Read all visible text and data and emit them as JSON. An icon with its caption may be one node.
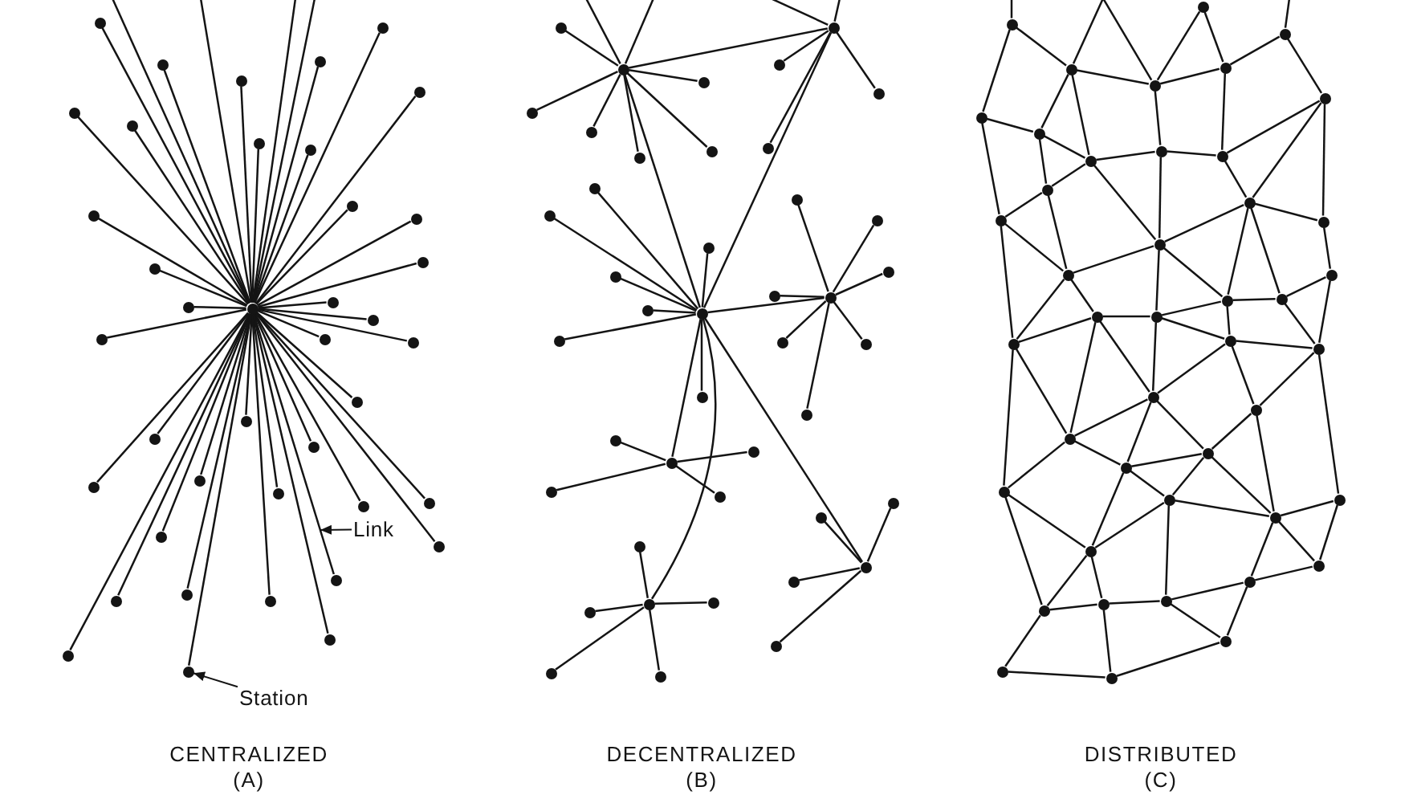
{
  "diagram": {
    "nodes": [
      {
        "text": [],
        "shape": "circle"
      },
      {
        "text": [],
        "shape": "circle"
      },
      {
        "text": [],
        "shape": "circle"
      },
      {
        "text": [],
        "shape": "circle"
      },
      {
        "text": [],
        "shape": "circle"
      },
      {
        "text": [],
        "shape": "circle"
      },
      {
        "text": [],
        "shape": "circle"
      },
      {
        "text": [],
        "shape": "circle"
      },
      {
        "text": [],
        "shape": "circle"
      },
      {
        "text": [],
        "shape": "circle"
      },
      {
        "text": [],
        "shape": "circle"
      },
      {
        "text": [],
        "shape": "circle"
      },
      {
        "text": [],
        "shape": "circle"
      },
      {
        "text": [],
        "shape": "circle"
      },
      {
        "text": [],
        "shape": "circle"
      },
      {
        "text": [],
        "shape": "circle"
      },
      {
        "text": [],
        "shape": "circle"
      },
      {
        "text": [],
        "shape": "circle"
      },
      {
        "text": [],
        "shape": "circle"
      },
      {
        "text": [],
        "shape": "circle"
      },
      {
        "text": [],
        "shape": "circle"
      },
      {
        "text": [],
        "shape": "circle"
      },
      {
        "text": [],
        "shape": "circle"
      },
      {
        "text": [],
        "shape": "circle"
      },
      {
        "text": [],
        "shape": "circle"
      },
      {
        "text": [],
        "shape": "circle"
      },
      {
        "text": [],
        "shape": "circle"
      },
      {
        "text": [],
        "shape": "circle"
      },
      {
        "text": [],
        "shape": "circle"
      },
      {
        "text": [],
        "shape": "circle"
      },
      {
        "text": [],
        "shape": "circle"
      },
      {
        "text": [],
        "shape": "circle"
      },
      {
        "text": [],
        "shape": "circle"
      },
      {
        "text": [],
        "shape": "circle"
      },
      {
        "text": [],
        "shape": "circle"
      },
      {
        "text": [],
        "shape": "circle"
      },
      {
        "text": [],
        "shape": "circle"
      },
      {
        "text": [],
        "shape": "circle"
      },
      {
        "text": [],
        "shape": "circle"
      },
      {
        "text": [],
        "shape": "circle"
      },
      {
        "text": [
          "Link"
        ]
      },
      {
        "text": [
          "Station"
        ]
      },
      {
        "text": [],
        "shape": "circle"
      },
      {
        "text": [],
        "shape": "circle"
      },
      {
        "text": [],
        "shape": "circle"
      },
      {
        "text": [],
        "shape": "circle"
      },
      {
        "text": [],
        "shape": "circle"
      },
      {
        "text": [],
        "shape": "circle"
      },
      {
        "text": [],
        "shape": "circle"
      },
      {
        "text": [],
        "shape": "circle"
      },
      {
        "text": [],
        "shape": "circle"
      },
      {
        "text": [],
        "shape": "circle"
      },
      {
        "text": [],
        "shape": "circle"
      },
      {
        "text": [],
        "shape": "circle"
      },
      {
        "text": [],
        "shape": "circle"
      },
      {
        "text": [],
        "shape": "circle"
      },
      {
        "text": [],
        "shape": "circle"
      },
      {
        "text": [],
        "shape": "circle"
      },
      {
        "text": [],
        "shape": "circle"
      },
      {
        "text": [],
        "shape": "circle"
      },
      {
        "text": [],
        "shape": "circle"
      },
      {
        "text": [],
        "shape": "circle"
      },
      {
        "text": [],
        "shape": "circle"
      },
      {
        "text": [],
        "shape": "circle"
      },
      {
        "text": [],
        "shape": "circle"
      },
      {
        "text": [],
        "shape": "circle"
      },
      {
        "text": [],
        "shape": "circle"
      },
      {
        "text": [],
        "shape": "circle"
      },
      {
        "text": [],
        "shape": "circle"
      },
      {
        "text": [],
        "shape": "circle"
      },
      {
        "text": [],
        "shape": "circle"
      },
      {
        "text": [],
        "shape": "circle"
      },
      {
        "text": [],
        "shape": "circle"
      },
      {
        "text": [],
        "shape": "circle"
      },
      {
        "text": [],
        "shape": "circle"
      },
      {
        "text": [],
        "shape": "circle"
      },
      {
        "text": [],
        "shape": "circle"
      },
      {
        "text": [],
        "shape": "circle"
      },
      {
        "text": [],
        "shape": "circle"
      },
      {
        "text": [],
        "shape": "circle"
      },
      {
        "text": [],
        "shape": "circle"
      },
      {
        "text": [],
        "shape": "circle"
      },
      {
        "text": [],
        "shape": "circle"
      },
      {
        "text": [],
        "shape": "circle"
      },
      {
        "text": [],
        "shape": "circle"
      },
      {
        "text": [],
        "shape": "circle"
      },
      {
        "text": [],
        "shape": "circle"
      },
      {
        "text": [],
        "shape": "circle"
      },
      {
        "text": [],
        "shape": "circle"
      },
      {
        "text": [],
        "shape": "circle"
      },
      {
        "text": [],
        "shape": "circle"
      },
      {
        "text": [],
        "shape": "circle"
      },
      {
        "text": [],
        "shape": "circle"
      },
      {
        "text": [],
        "shape": "circle"
      },
      {
        "text": [],
        "shape": "circle"
      },
      {
        "text": [],
        "shape": "circle"
      },
      {
        "text": [],
        "shape": "circle"
      },
      {
        "text": [],
        "shape": "circle"
      },
      {
        "text": [],
        "shape": "circle"
      },
      {
        "text": [],
        "shape": "circle"
      },
      {
        "text": [],
        "shape": "circle"
      },
      {
        "text": [],
        "shape": "circle"
      },
      {
        "text": [],
        "shape": "circle"
      },
      {
        "text": [],
        "shape": "circle"
      },
      {
        "text": [],
        "shape": "circle"
      },
      {
        "text": [],
        "shape": "circle"
      },
      {
        "text": [],
        "shape": "circle"
      },
      {
        "text": [],
        "shape": "circle"
      },
      {
        "text": [],
        "shape": "circle"
      },
      {
        "text": [],
        "shape": "circle"
      },
      {
        "text": [],
        "shape": "circle"
      },
      {
        "text": [],
        "shape": "circle"
      },
      {
        "text": [],
        "shape": "circle"
      },
      {
        "text": [],
        "shape": "circle"
      },
      {
        "text": [],
        "shape": "circle"
      },
      {
        "text": [],
        "shape": "circle"
      },
      {
        "text": [],
        "shape": "circle"
      },
      {
        "text": [],
        "shape": "circle"
      },
      {
        "text": [],
        "shape": "circle"
      },
      {
        "text": [],
        "shape": "circle"
      },
      {
        "text": [],
        "shape": "circle"
      },
      {
        "text": [],
        "shape": "circle"
      },
      {
        "text": [],
        "shape": "circle"
      },
      {
        "text": [],
        "shape": "circle"
      },
      {
        "text": [],
        "shape": "circle"
      },
      {
        "text": [],
        "shape": "circle"
      },
      {
        "text": [],
        "shape": "circle"
      },
      {
        "text": [],
        "shape": "circle"
      },
      {
        "text": [],
        "shape": "circle"
      }
    ],
    "edges": [
      {
        "from": 0,
        "to": 1,
        "arrow": "none"
      },
      {
        "from": 0,
        "to": 2,
        "arrow": "none"
      },
      {
        "from": 0,
        "to": 3,
        "arrow": "none"
      },
      {
        "from": 0,
        "to": 4,
        "arrow": "none"
      },
      {
        "from": 0,
        "to": 5,
        "arrow": "none"
      },
      {
        "from": 0,
        "to": 6,
        "arrow": "none"
      },
      {
        "from": 0,
        "to": 7,
        "arrow": "none"
      },
      {
        "from": 0,
        "to": 8,
        "arrow": "none"
      },
      {
        "from": 0,
        "to": 9,
        "arrow": "none"
      },
      {
        "from": 0,
        "to": 10,
        "arrow": "none"
      },
      {
        "from": 0,
        "to": 11,
        "arrow": "none"
      },
      {
        "from": 0,
        "to": 12,
        "arrow": "none"
      },
      {
        "from": 0,
        "to": 13,
        "arrow": "none"
      },
      {
        "from": 0,
        "to": 14,
        "arrow": "none"
      },
      {
        "from": 0,
        "to": 15,
        "arrow": "none"
      },
      {
        "from": 0,
        "to": 16,
        "arrow": "none"
      },
      {
        "from": 0,
        "to": 17,
        "arrow": "none"
      },
      {
        "from": 0,
        "to": 18,
        "arrow": "none"
      },
      {
        "from": 0,
        "to": 19,
        "arrow": "none"
      },
      {
        "from": 0,
        "to": 20,
        "arrow": "none"
      },
      {
        "from": 0,
        "to": 21,
        "arrow": "none"
      },
      {
        "from": 0,
        "to": 22,
        "arrow": "none"
      },
      {
        "from": 0,
        "to": 23,
        "arrow": "none"
      },
      {
        "from": 0,
        "to": 24,
        "arrow": "none"
      },
      {
        "from": 0,
        "to": 25,
        "arrow": "none"
      },
      {
        "from": 0,
        "to": 26,
        "arrow": "none"
      },
      {
        "from": 0,
        "to": 27,
        "arrow": "none"
      },
      {
        "from": 0,
        "to": 28,
        "arrow": "none"
      },
      {
        "from": 0,
        "to": 29,
        "arrow": "none"
      },
      {
        "from": 0,
        "to": 30,
        "arrow": "none"
      },
      {
        "from": 0,
        "to": 31,
        "arrow": "none"
      },
      {
        "from": 0,
        "to": 32,
        "arrow": "none"
      },
      {
        "from": 0,
        "to": 33,
        "arrow": "none"
      },
      {
        "from": 0,
        "to": 34,
        "arrow": "none"
      },
      {
        "from": 0,
        "to": 35,
        "arrow": "none"
      },
      {
        "from": 0,
        "to": 36,
        "arrow": "none"
      },
      {
        "from": 0,
        "to": 37,
        "arrow": "none"
      },
      {
        "from": 0,
        "to": 38,
        "arrow": "none"
      },
      {
        "from": 0,
        "to": 39,
        "arrow": "none"
      },
      {
        "from": 0,
        "to": null,
        "arrow": "none"
      },
      {
        "from": 0,
        "to": null,
        "arrow": "none"
      },
      {
        "from": 0,
        "to": null,
        "arrow": "none"
      },
      {
        "from": 0,
        "to": null,
        "arrow": "none"
      },
      {
        "from": 40,
        "to": null,
        "arrow": "to"
      },
      {
        "from": 41,
        "to": 39,
        "arrow": "to"
      },
      {
        "from": 42,
        "to": 43,
        "arrow": "none"
      },
      {
        "from": 42,
        "to": 44,
        "arrow": "none"
      },
      {
        "from": 42,
        "to": 45,
        "arrow": "none"
      },
      {
        "from": 42,
        "to": 46,
        "arrow": "none"
      },
      {
        "from": 42,
        "to": 47,
        "arrow": "none"
      },
      {
        "from": 42,
        "to": 48,
        "arrow": "none"
      },
      {
        "from": 42,
        "to": null,
        "arrow": "none"
      },
      {
        "from": 42,
        "to": null,
        "arrow": "none"
      },
      {
        "from": 42,
        "to": 49,
        "arrow": "none"
      },
      {
        "from": 49,
        "to": 50,
        "arrow": "none"
      },
      {
        "from": 49,
        "to": 51,
        "arrow": "none"
      },
      {
        "from": 49,
        "to": 52,
        "arrow": "none"
      },
      {
        "from": 49,
        "to": null,
        "arrow": "none"
      },
      {
        "from": 49,
        "to": null,
        "arrow": "none"
      },
      {
        "from": 42,
        "to": 53,
        "arrow": "none"
      },
      {
        "from": 49,
        "to": 53,
        "arrow": "none"
      },
      {
        "from": 53,
        "to": 54,
        "arrow": "none"
      },
      {
        "from": 53,
        "to": 55,
        "arrow": "none"
      },
      {
        "from": 53,
        "to": 56,
        "arrow": "none"
      },
      {
        "from": 53,
        "to": 57,
        "arrow": "none"
      },
      {
        "from": 53,
        "to": 58,
        "arrow": "none"
      },
      {
        "from": 53,
        "to": 59,
        "arrow": "none"
      },
      {
        "from": 53,
        "to": 60,
        "arrow": "none"
      },
      {
        "from": 53,
        "to": 61,
        "arrow": "none"
      },
      {
        "from": 61,
        "to": 62,
        "arrow": "none"
      },
      {
        "from": 61,
        "to": 63,
        "arrow": "none"
      },
      {
        "from": 61,
        "to": 64,
        "arrow": "none"
      },
      {
        "from": 61,
        "to": 65,
        "arrow": "none"
      },
      {
        "from": 61,
        "to": 66,
        "arrow": "none"
      },
      {
        "from": 61,
        "to": 67,
        "arrow": "none"
      },
      {
        "from": 61,
        "to": 68,
        "arrow": "none"
      },
      {
        "from": 53,
        "to": 69,
        "arrow": "none"
      },
      {
        "from": 69,
        "to": 70,
        "arrow": "none"
      },
      {
        "from": 69,
        "to": 71,
        "arrow": "none"
      },
      {
        "from": 69,
        "to": 72,
        "arrow": "none"
      },
      {
        "from": 69,
        "to": 73,
        "arrow": "none"
      },
      {
        "from": 53,
        "to": 74,
        "arrow": "none"
      },
      {
        "from": 74,
        "to": 75,
        "arrow": "none"
      },
      {
        "from": 74,
        "to": 76,
        "arrow": "none"
      },
      {
        "from": 74,
        "to": 77,
        "arrow": "none"
      },
      {
        "from": 74,
        "to": 78,
        "arrow": "none"
      },
      {
        "from": 74,
        "to": 79,
        "arrow": "none"
      },
      {
        "from": 53,
        "to": 80,
        "arrow": "none"
      },
      {
        "from": 80,
        "to": 81,
        "arrow": "none"
      },
      {
        "from": 80,
        "to": 82,
        "arrow": "none"
      },
      {
        "from": 80,
        "to": 83,
        "arrow": "none"
      },
      {
        "from": 80,
        "to": 84,
        "arrow": "none"
      },
      {
        "from": 86,
        "to": null,
        "arrow": "none"
      },
      {
        "from": 86,
        "to": 87,
        "arrow": "none"
      },
      {
        "from": 86,
        "to": 92,
        "arrow": "none"
      },
      {
        "from": 87,
        "to": null,
        "arrow": "none"
      },
      {
        "from": 87,
        "to": 88,
        "arrow": "none"
      },
      {
        "from": 87,
        "to": 93,
        "arrow": "none"
      },
      {
        "from": 87,
        "to": 94,
        "arrow": "none"
      },
      {
        "from": 88,
        "to": null,
        "arrow": "none"
      },
      {
        "from": 88,
        "to": 85,
        "arrow": "none"
      },
      {
        "from": 88,
        "to": 89,
        "arrow": "none"
      },
      {
        "from": 88,
        "to": 95,
        "arrow": "none"
      },
      {
        "from": 89,
        "to": 85,
        "arrow": "none"
      },
      {
        "from": 89,
        "to": 90,
        "arrow": "none"
      },
      {
        "from": 89,
        "to": 96,
        "arrow": "none"
      },
      {
        "from": 90,
        "to": null,
        "arrow": "none"
      },
      {
        "from": 90,
        "to": 91,
        "arrow": "none"
      },
      {
        "from": 91,
        "to": 96,
        "arrow": "none"
      },
      {
        "from": 91,
        "to": 99,
        "arrow": "none"
      },
      {
        "from": 91,
        "to": 100,
        "arrow": "none"
      },
      {
        "from": 92,
        "to": 93,
        "arrow": "none"
      },
      {
        "from": 92,
        "to": 98,
        "arrow": "none"
      },
      {
        "from": 93,
        "to": 94,
        "arrow": "none"
      },
      {
        "from": 93,
        "to": 97,
        "arrow": "none"
      },
      {
        "from": 94,
        "to": 95,
        "arrow": "none"
      },
      {
        "from": 94,
        "to": 97,
        "arrow": "none"
      },
      {
        "from": 94,
        "to": 101,
        "arrow": "none"
      },
      {
        "from": 95,
        "to": 96,
        "arrow": "none"
      },
      {
        "from": 95,
        "to": 101,
        "arrow": "none"
      },
      {
        "from": 96,
        "to": 99,
        "arrow": "none"
      },
      {
        "from": 97,
        "to": 98,
        "arrow": "none"
      },
      {
        "from": 97,
        "to": 102,
        "arrow": "none"
      },
      {
        "from": 98,
        "to": 102,
        "arrow": "none"
      },
      {
        "from": 98,
        "to": 108,
        "arrow": "none"
      },
      {
        "from": 99,
        "to": 100,
        "arrow": "none"
      },
      {
        "from": 99,
        "to": 101,
        "arrow": "none"
      },
      {
        "from": 99,
        "to": 104,
        "arrow": "none"
      },
      {
        "from": 99,
        "to": 105,
        "arrow": "none"
      },
      {
        "from": 100,
        "to": 103,
        "arrow": "none"
      },
      {
        "from": 101,
        "to": 102,
        "arrow": "none"
      },
      {
        "from": 101,
        "to": 107,
        "arrow": "none"
      },
      {
        "from": 101,
        "to": 104,
        "arrow": "none"
      },
      {
        "from": 102,
        "to": 106,
        "arrow": "none"
      },
      {
        "from": 102,
        "to": 108,
        "arrow": "none"
      },
      {
        "from": 103,
        "to": 105,
        "arrow": "none"
      },
      {
        "from": 103,
        "to": 110,
        "arrow": "none"
      },
      {
        "from": 104,
        "to": 105,
        "arrow": "none"
      },
      {
        "from": 104,
        "to": 107,
        "arrow": "none"
      },
      {
        "from": 104,
        "to": 109,
        "arrow": "none"
      },
      {
        "from": 105,
        "to": 110,
        "arrow": "none"
      },
      {
        "from": 106,
        "to": 107,
        "arrow": "none"
      },
      {
        "from": 106,
        "to": 108,
        "arrow": "none"
      },
      {
        "from": 106,
        "to": 111,
        "arrow": "none"
      },
      {
        "from": 106,
        "to": 113,
        "arrow": "none"
      },
      {
        "from": 107,
        "to": 109,
        "arrow": "none"
      },
      {
        "from": 107,
        "to": 111,
        "arrow": "none"
      },
      {
        "from": 108,
        "to": 116,
        "arrow": "none"
      },
      {
        "from": 108,
        "to": 113,
        "arrow": "none"
      },
      {
        "from": 109,
        "to": 110,
        "arrow": "none"
      },
      {
        "from": 109,
        "to": 111,
        "arrow": "none"
      },
      {
        "from": 109,
        "to": 112,
        "arrow": "none"
      },
      {
        "from": 110,
        "to": 112,
        "arrow": "none"
      },
      {
        "from": 110,
        "to": 118,
        "arrow": "none"
      },
      {
        "from": 111,
        "to": 113,
        "arrow": "none"
      },
      {
        "from": 111,
        "to": 115,
        "arrow": "none"
      },
      {
        "from": 111,
        "to": 114,
        "arrow": "none"
      },
      {
        "from": 112,
        "to": 114,
        "arrow": "none"
      },
      {
        "from": 112,
        "to": 119,
        "arrow": "none"
      },
      {
        "from": 113,
        "to": 115,
        "arrow": "none"
      },
      {
        "from": 113,
        "to": 116,
        "arrow": "none"
      },
      {
        "from": 115,
        "to": 114,
        "arrow": "none"
      },
      {
        "from": 115,
        "to": 117,
        "arrow": "none"
      },
      {
        "from": 115,
        "to": 120,
        "arrow": "none"
      },
      {
        "from": 114,
        "to": 117,
        "arrow": "none"
      },
      {
        "from": 114,
        "to": 119,
        "arrow": "none"
      },
      {
        "from": 116,
        "to": 120,
        "arrow": "none"
      },
      {
        "from": 116,
        "to": 123,
        "arrow": "none"
      },
      {
        "from": 117,
        "to": 120,
        "arrow": "none"
      },
      {
        "from": 117,
        "to": 119,
        "arrow": "none"
      },
      {
        "from": 117,
        "to": 125,
        "arrow": "none"
      },
      {
        "from": 118,
        "to": 119,
        "arrow": "none"
      },
      {
        "from": 118,
        "to": 121,
        "arrow": "none"
      },
      {
        "from": 119,
        "to": 121,
        "arrow": "none"
      },
      {
        "from": 119,
        "to": 122,
        "arrow": "none"
      },
      {
        "from": 120,
        "to": 123,
        "arrow": "none"
      },
      {
        "from": 120,
        "to": 124,
        "arrow": "none"
      },
      {
        "from": 121,
        "to": 122,
        "arrow": "none"
      },
      {
        "from": 122,
        "to": 125,
        "arrow": "none"
      },
      {
        "from": 122,
        "to": 126,
        "arrow": "none"
      },
      {
        "from": 123,
        "to": 124,
        "arrow": "none"
      },
      {
        "from": 123,
        "to": 127,
        "arrow": "none"
      },
      {
        "from": 124,
        "to": 125,
        "arrow": "none"
      },
      {
        "from": 124,
        "to": 128,
        "arrow": "none"
      },
      {
        "from": 125,
        "to": 126,
        "arrow": "none"
      },
      {
        "from": 127,
        "to": 128,
        "arrow": "none"
      },
      {
        "from": 128,
        "to": 126,
        "arrow": "none"
      }
    ],
    "labels": [
      "CENTRALIZED",
      "(A)",
      "DECENTRALIZED",
      "(B)",
      "DISTRIBUTED",
      "(C)"
    ]
  }
}
